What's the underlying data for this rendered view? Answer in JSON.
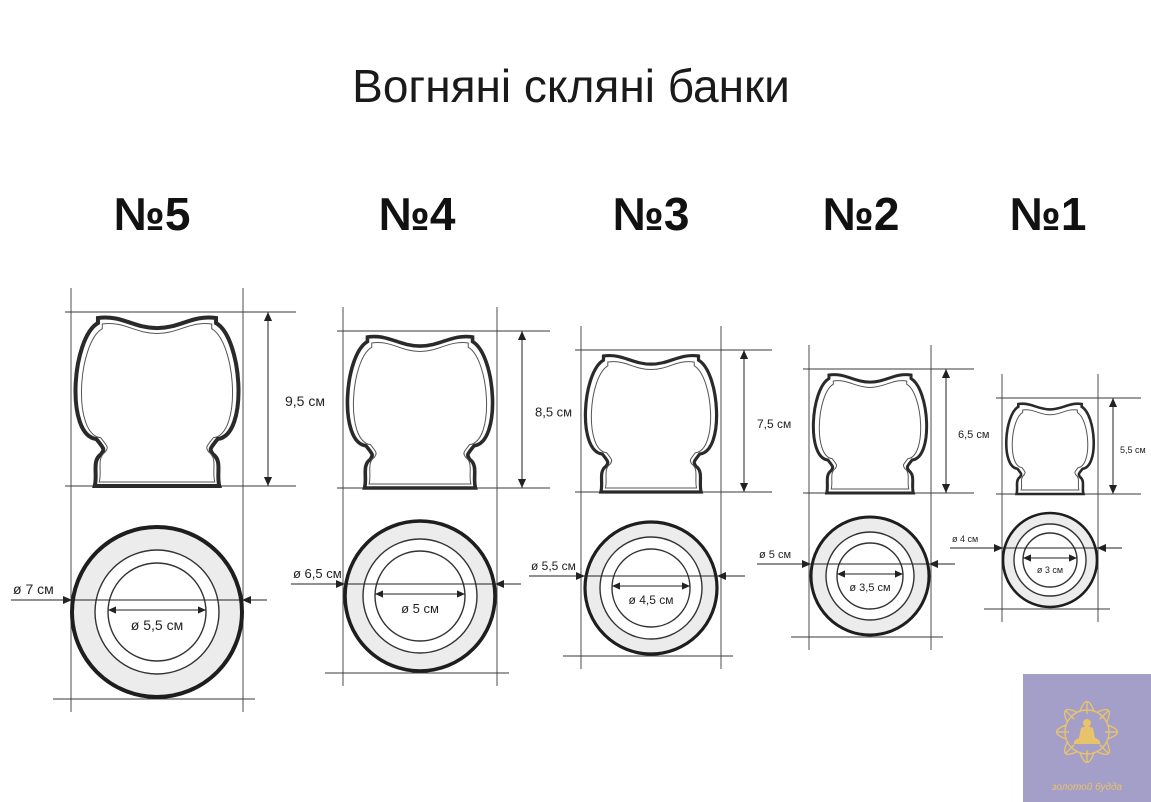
{
  "title": "Вогняні скляні банки",
  "jars": [
    {
      "number": "№5",
      "height": "9,5 см",
      "outer_diameter": "ø 7 см",
      "inner_diameter": "ø 5,5 см"
    },
    {
      "number": "№4",
      "height": "8,5 см",
      "outer_diameter": "ø 6,5 см",
      "inner_diameter": "ø 5 см"
    },
    {
      "number": "№3",
      "height": "7,5 см",
      "outer_diameter": "ø 5,5 см",
      "inner_diameter": "ø 4,5 см"
    },
    {
      "number": "№2",
      "height": "6,5 см",
      "outer_diameter": "ø 5 см",
      "inner_diameter": "ø 3,5 см"
    },
    {
      "number": "№1",
      "height": "5,5 см",
      "outer_diameter": "ø 4 см",
      "inner_diameter": "ø 3 см"
    }
  ],
  "logo": {
    "text": "золотой будда",
    "icon": "lotus-buddha-icon",
    "background_color": "#a39fc9",
    "accent_color": "#e8c36a"
  }
}
